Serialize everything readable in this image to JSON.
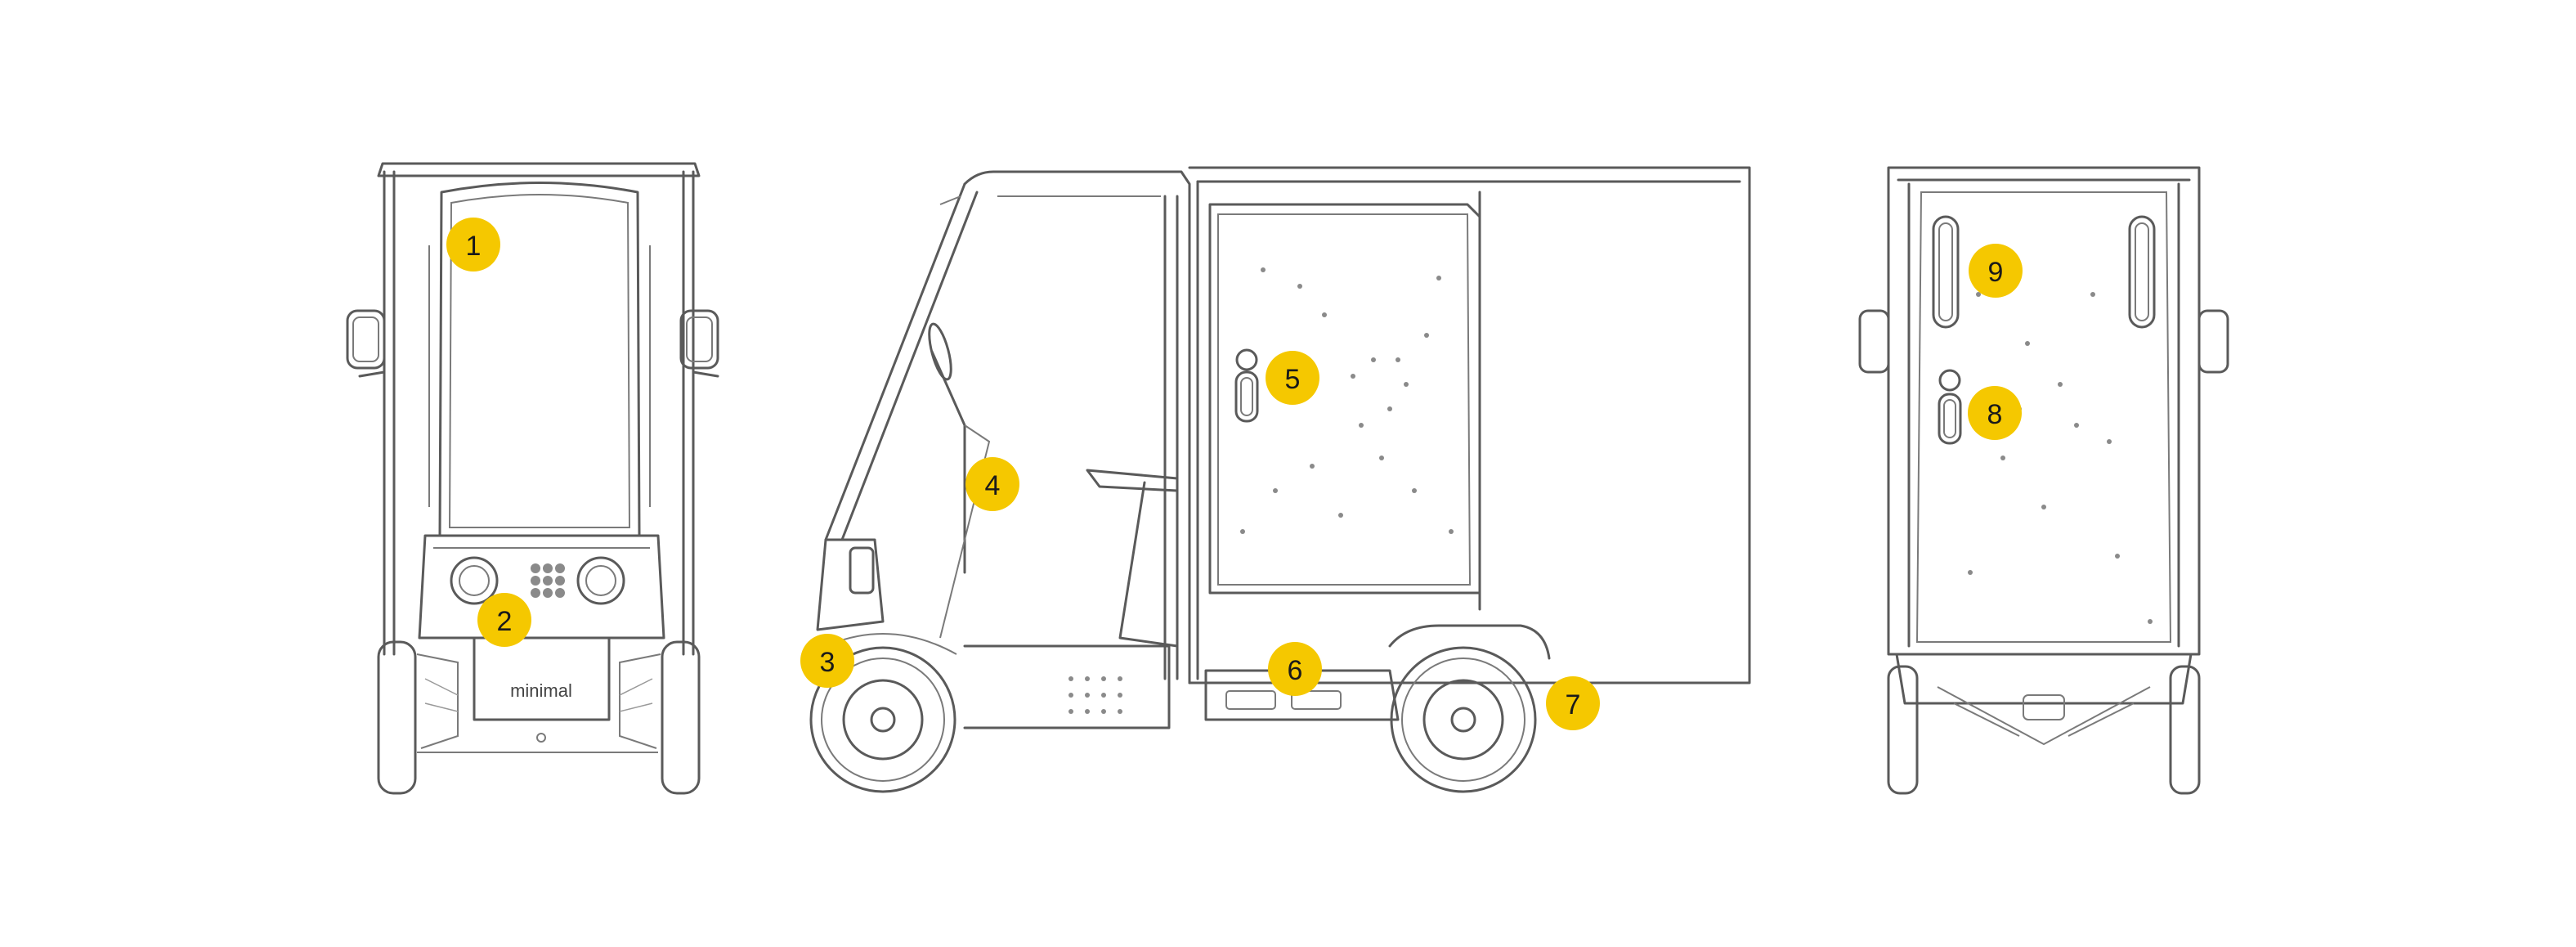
{
  "colors": {
    "background": "#ffffff",
    "line": "#5a5a5a",
    "marker": "#f5c800",
    "marker_text": "#1a1a1a"
  },
  "views": {
    "front": {
      "badge_text": "minimal"
    }
  },
  "markers": [
    {
      "number": "1"
    },
    {
      "number": "2"
    },
    {
      "number": "3"
    },
    {
      "number": "4"
    },
    {
      "number": "5"
    },
    {
      "number": "6"
    },
    {
      "number": "7"
    },
    {
      "number": "8"
    },
    {
      "number": "9"
    }
  ]
}
